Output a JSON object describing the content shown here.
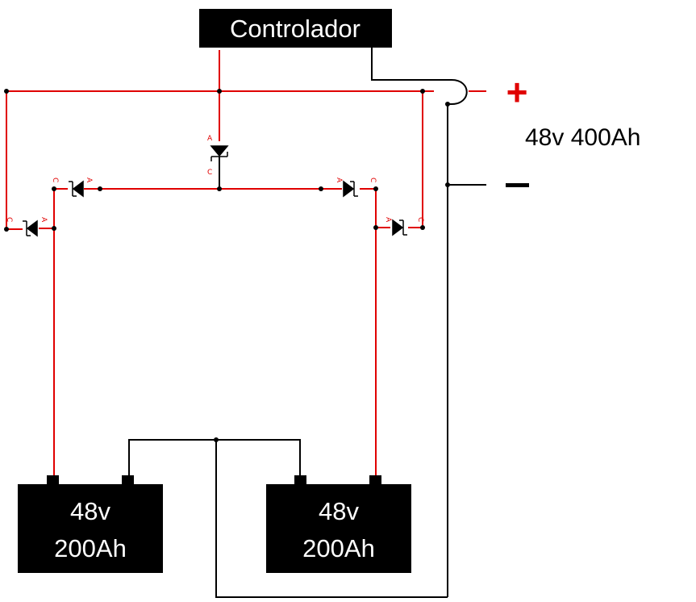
{
  "controller": {
    "label": "Controlador"
  },
  "output": {
    "plus_label": "+",
    "minus_label": "–",
    "rating": "48v 400Ah"
  },
  "batteries": [
    {
      "voltage": "48v",
      "capacity": "200Ah"
    },
    {
      "voltage": "48v",
      "capacity": "200Ah"
    }
  ],
  "pin_labels": {
    "anode": "A",
    "cathode": "C"
  },
  "colors": {
    "positive_wire": "#e00000",
    "negative_wire": "#000000",
    "block_fill": "#000000",
    "block_text": "#ffffff"
  }
}
